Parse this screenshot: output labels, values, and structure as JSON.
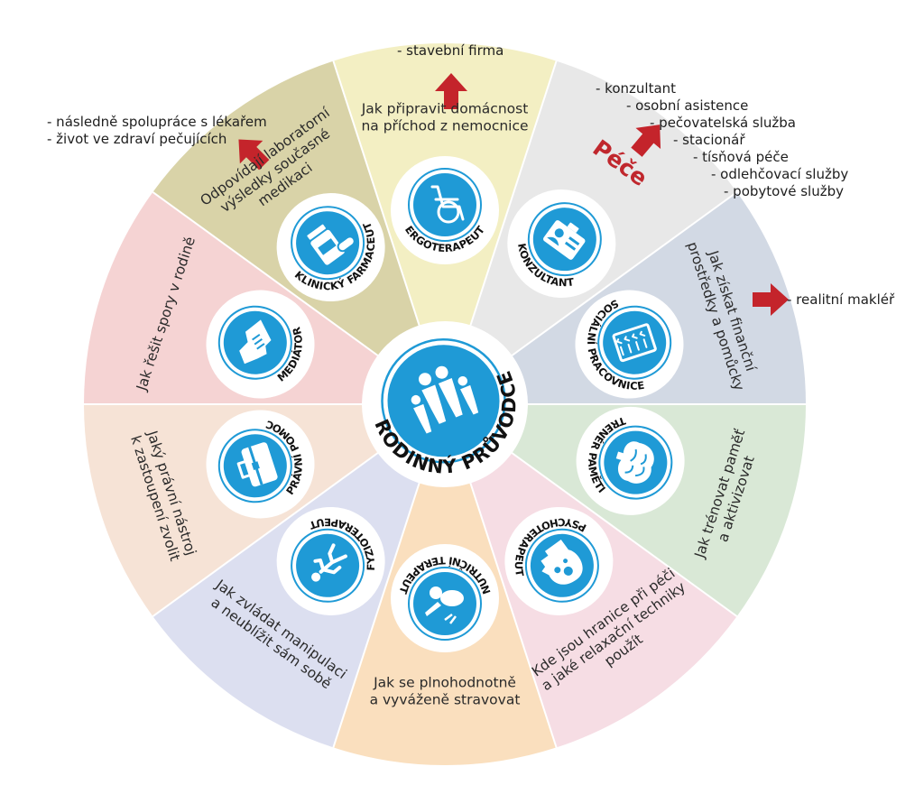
{
  "colors": {
    "accent_blue": "#1f9ad6",
    "arrow_red": "#c4242b",
    "segments": {
      "ergoterapeut": "#f3efc3",
      "konzultant": "#e8e8e8",
      "socialni": "#d2d9e4",
      "trener": "#d9e8d6",
      "psychoterapeut": "#f6dde4",
      "nutricni": "#fadfbe",
      "fyzioterapeut": "#dcdff0",
      "pravni": "#f6e3d6",
      "mediator": "#f5d3d3",
      "farmaceut": "#d9d3a8"
    }
  },
  "center": {
    "label": "RODINNÝ PRŮVODCE",
    "icon": "family-icon"
  },
  "segments": [
    {
      "id": "ergoterapeut",
      "role": "ERGOTERAPEUT",
      "icon": "wheelchair-icon",
      "text": [
        "Jak připravit domácnost",
        "na příchod z nemocnice"
      ]
    },
    {
      "id": "konzultant",
      "role": "KONZULTANT",
      "icon": "id-card-icon",
      "text": [
        "Péče"
      ]
    },
    {
      "id": "socialni",
      "role": "SOCIÁLNÍ PRACOVNICE",
      "icon": "checklist-icon",
      "text": [
        "Jak získat finanční",
        "prostředky a pomůcky"
      ]
    },
    {
      "id": "trener",
      "role": "TRENÉR PAMĚTI",
      "icon": "brain-icon",
      "text": [
        "Jak trénovat paměť",
        "a aktivizovat"
      ]
    },
    {
      "id": "psychoterapeut",
      "role": "PSYCHOTERAPEUT",
      "icon": "head-gears-icon",
      "text": [
        "Kde jsou hranice při péči",
        "a jaké relaxační techniky",
        "použít"
      ]
    },
    {
      "id": "nutricni",
      "role": "NUTRIČNÍ TERAPEUT",
      "icon": "food-icon",
      "text": [
        "Jak se plnohodnotně",
        "a vyváženě stravovat"
      ]
    },
    {
      "id": "fyzioterapeut",
      "role": "FYZIOTERAPEUT",
      "icon": "walking-person-icon",
      "text": [
        "Jak zvládat manipulaci",
        "a neublížit sám sobě"
      ]
    },
    {
      "id": "pravni",
      "role": "PRÁVNÍ POMOC",
      "icon": "briefcase-icon",
      "text": [
        "Jaký právní nástroj",
        "k zastoupení zvolit"
      ]
    },
    {
      "id": "mediator",
      "role": "MEDIÁTOR",
      "icon": "handshake-icon",
      "text": [
        "Jak řešit spory v rodině"
      ]
    },
    {
      "id": "farmaceut",
      "role": "KLINICKÝ FARMACEUT",
      "icon": "medicine-bottle-icon",
      "text": [
        "Odpovídají laboratorní",
        "výsledky současné",
        "medikaci"
      ]
    }
  ],
  "outer_notes": {
    "top": [
      "- stavební firma"
    ],
    "top_left": [
      "- následně spolupráce s lékařem",
      "- život ve zdraví pečujících"
    ],
    "top_right": [
      "- konzultant",
      "- osobní asistence",
      "- pečovatelská služba",
      "- stacionář",
      "- tísňová péče",
      "- odlehčovací služby",
      "- pobytové služby"
    ],
    "right": [
      "- realitní makléř"
    ]
  }
}
